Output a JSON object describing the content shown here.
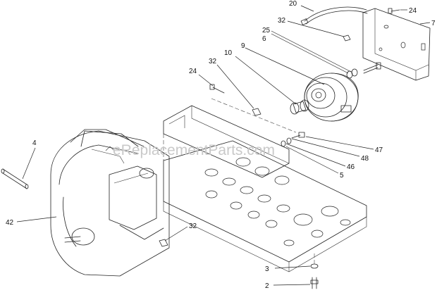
{
  "watermark": "eReplacementParts.com",
  "callouts": [
    {
      "id": "c20",
      "label": "20"
    },
    {
      "id": "c24a",
      "label": "24"
    },
    {
      "id": "c7",
      "label": "7"
    },
    {
      "id": "c32a",
      "label": "32"
    },
    {
      "id": "c25",
      "label": "25"
    },
    {
      "id": "c6",
      "label": "6"
    },
    {
      "id": "c9",
      "label": "9"
    },
    {
      "id": "c10",
      "label": "10"
    },
    {
      "id": "c32b",
      "label": "32"
    },
    {
      "id": "c24b",
      "label": "24"
    },
    {
      "id": "c4",
      "label": "4"
    },
    {
      "id": "c47",
      "label": "47"
    },
    {
      "id": "c48",
      "label": "48"
    },
    {
      "id": "c46",
      "label": "46"
    },
    {
      "id": "c5",
      "label": "5"
    },
    {
      "id": "c42",
      "label": "42"
    },
    {
      "id": "c32c",
      "label": "32"
    },
    {
      "id": "c3",
      "label": "3"
    },
    {
      "id": "c2",
      "label": "2"
    }
  ]
}
